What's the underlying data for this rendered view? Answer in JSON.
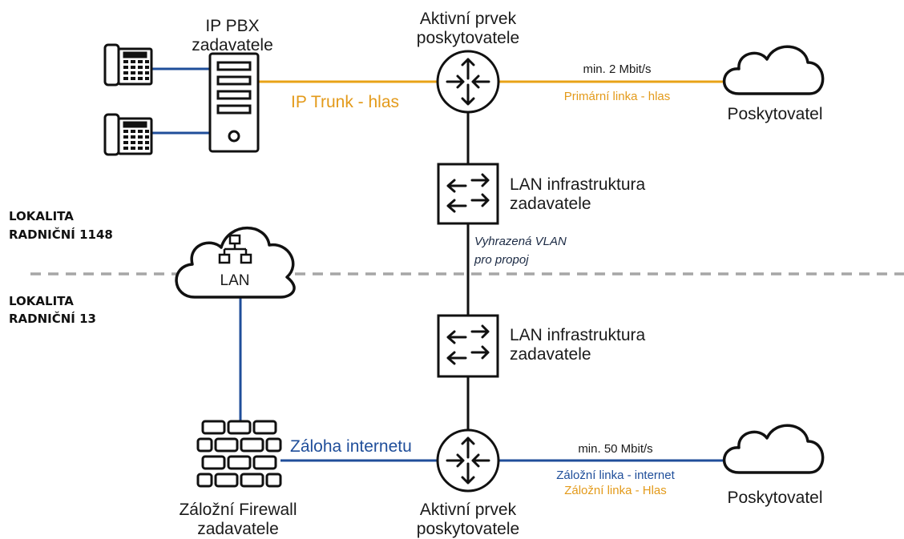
{
  "colors": {
    "voice": "#e8a317",
    "internet": "#1f4e9a",
    "line": "#111111",
    "separator": "#a6a6a6",
    "label_voice": "#e39a1a",
    "label_internet": "#1f4e9a"
  },
  "nodes": {
    "pbx_label_1": "IP PBX",
    "pbx_label_2": "zadavatele",
    "router_top_label_1": "Aktivní prvek",
    "router_top_label_2": "poskytovatele",
    "provider_top": "Poskytovatel",
    "switch_top_label_1": "LAN infrastruktura",
    "switch_top_label_2": "zadavatele",
    "lan_cloud_label": "LAN",
    "switch_bottom_label_1": "LAN infrastruktura",
    "switch_bottom_label_2": "zadavatele",
    "firewall_label_1": "Záložní Firewall",
    "firewall_label_2": "zadavatele",
    "router_bottom_label_1": "Aktivní prvek",
    "router_bottom_label_2": "poskytovatele",
    "provider_bottom": "Poskytovatel"
  },
  "links": {
    "ip_trunk": "IP Trunk - hlas",
    "top_speed": "min. 2 Mbit/s",
    "top_primary": "Primární linka - hlas",
    "vlan_1": "Vyhrazená VLAN",
    "vlan_2": "pro propoj",
    "backup_internet": "Záloha internetu",
    "bottom_speed": "min.  50 Mbit/s",
    "bottom_backup_internet": "Záložní linka - internet",
    "bottom_backup_voice": "Záložní linka - Hlas"
  },
  "locations": {
    "top_1": "LOKALITA",
    "top_2": "RADNIČNÍ 1148",
    "bottom_1": "LOKALITA",
    "bottom_2": "RADNIČNÍ 13"
  },
  "icons": [
    "desk-phone-icon",
    "server-icon",
    "router-icon",
    "switch-icon",
    "cloud-icon",
    "network-tree-icon",
    "firewall-brick-icon"
  ]
}
